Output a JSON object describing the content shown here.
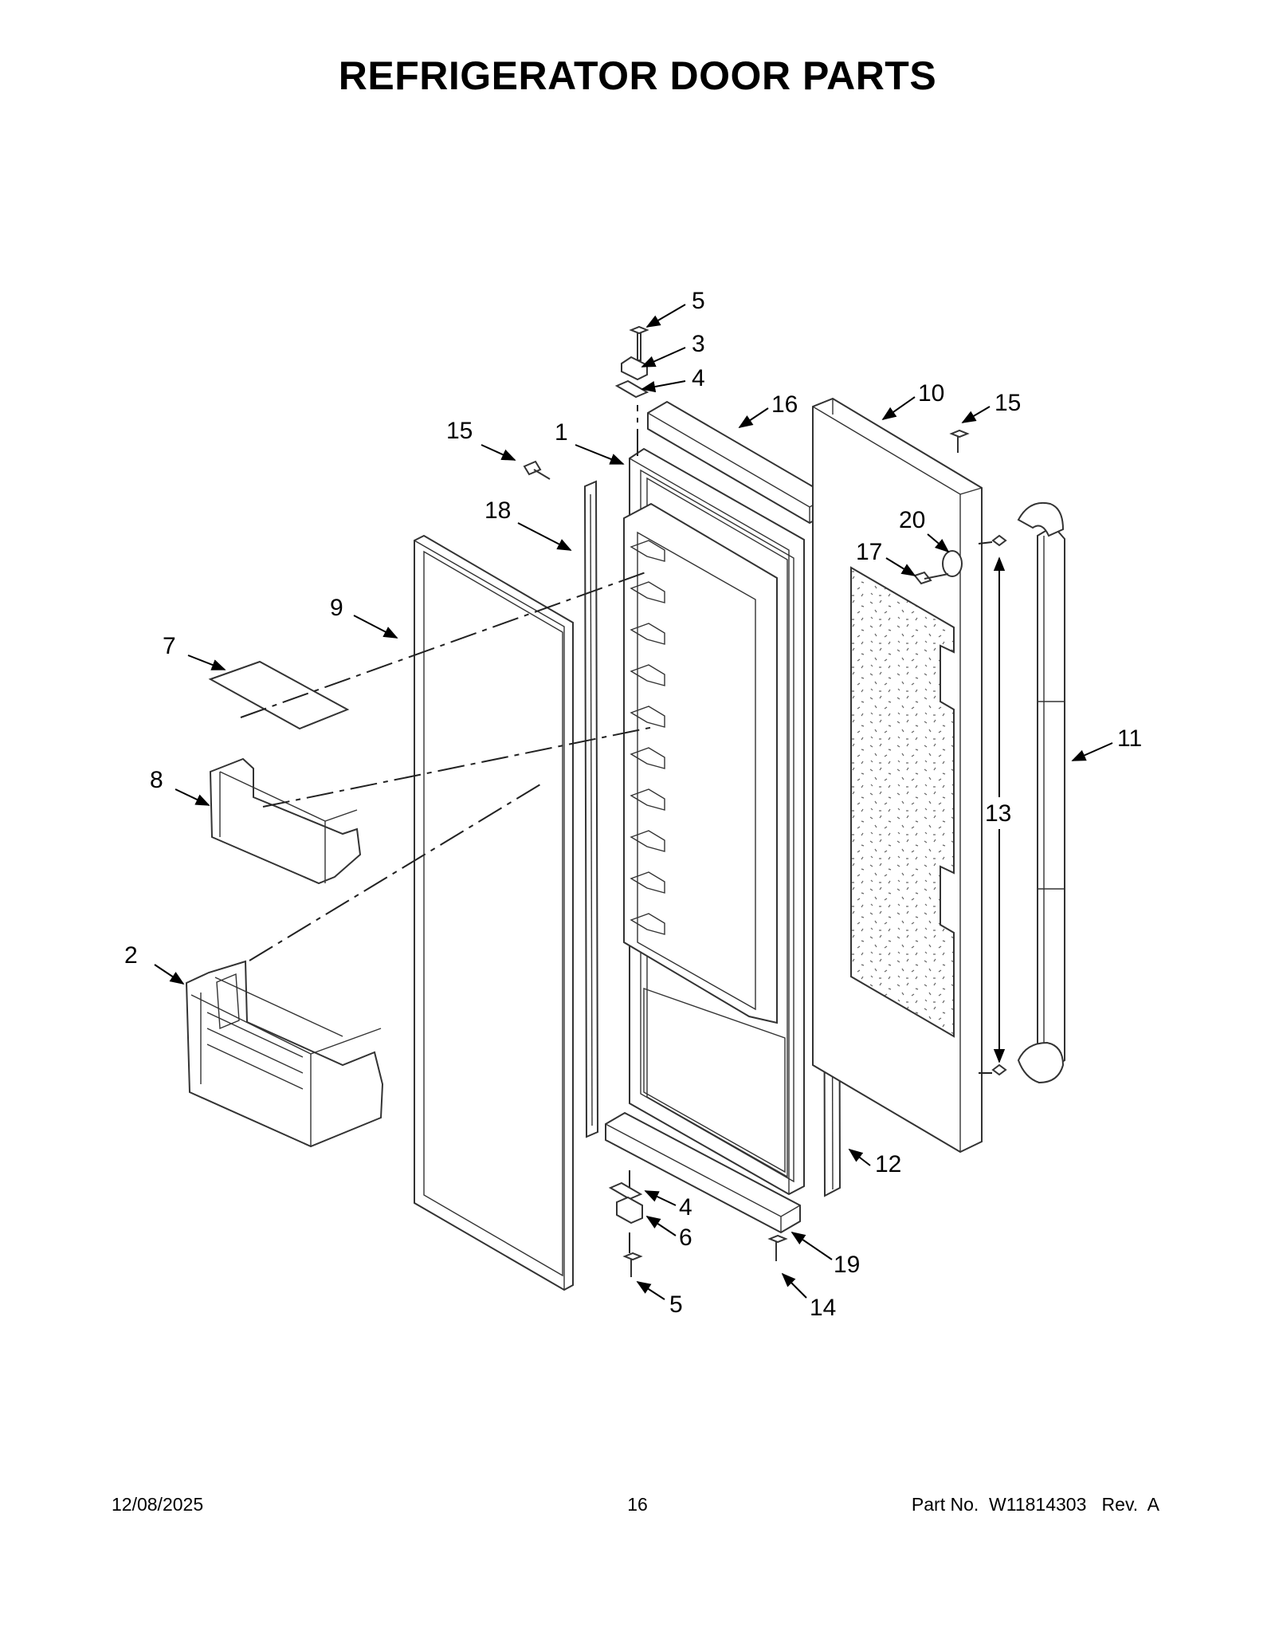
{
  "page": {
    "title": "REFRIGERATOR DOOR PARTS",
    "footer_date": "12/08/2025",
    "footer_page": "16",
    "footer_part": "Part No.  W11814303   Rev.  A"
  },
  "callouts": [
    {
      "id": "c5-top",
      "label": "5"
    },
    {
      "id": "c3",
      "label": "3"
    },
    {
      "id": "c4-top",
      "label": "4"
    },
    {
      "id": "c16",
      "label": "16"
    },
    {
      "id": "c10",
      "label": "10"
    },
    {
      "id": "c15-right",
      "label": "15"
    },
    {
      "id": "c15-left",
      "label": "15"
    },
    {
      "id": "c1",
      "label": "1"
    },
    {
      "id": "c18",
      "label": "18"
    },
    {
      "id": "c20",
      "label": "20"
    },
    {
      "id": "c17",
      "label": "17"
    },
    {
      "id": "c9",
      "label": "9"
    },
    {
      "id": "c7",
      "label": "7"
    },
    {
      "id": "c11",
      "label": "11"
    },
    {
      "id": "c8",
      "label": "8"
    },
    {
      "id": "c13",
      "label": "13"
    },
    {
      "id": "c2",
      "label": "2"
    },
    {
      "id": "c12",
      "label": "12"
    },
    {
      "id": "c4-bottom",
      "label": "4"
    },
    {
      "id": "c6",
      "label": "6"
    },
    {
      "id": "c19",
      "label": "19"
    },
    {
      "id": "c5-bottom",
      "label": "5"
    },
    {
      "id": "c14",
      "label": "14"
    }
  ]
}
